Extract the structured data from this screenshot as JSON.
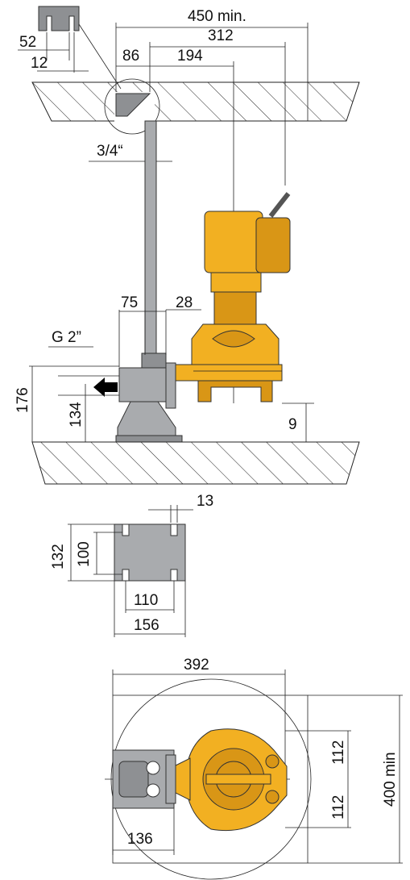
{
  "labels": {
    "rail_width": "52",
    "rail_slot": "12",
    "wall_distance": "450 min.",
    "pump_axis_distance": "312",
    "pipe_axis_distance": "194",
    "guide_offset": "86",
    "guide_pipe": "3/4“",
    "base_left": "75",
    "base_right": "28",
    "outlet_thread": "G 2”",
    "overall_height": "176",
    "outlet_height": "134",
    "bottom_clearance": "9",
    "hole_spacing_top": "13",
    "base_depth_outer": "132",
    "base_depth_inner": "100",
    "base_hole_width": "110",
    "base_width": "156",
    "plan_length": "392",
    "plan_half_upper": "112",
    "plan_half_lower": "112",
    "plan_width": "400 min",
    "plan_base": "136"
  },
  "colors": {
    "pump_body": "#f2b022",
    "coupling": "#a9abae",
    "outline": "#111111"
  },
  "icons": {
    "flow_arrow": "arrow-left-icon"
  }
}
